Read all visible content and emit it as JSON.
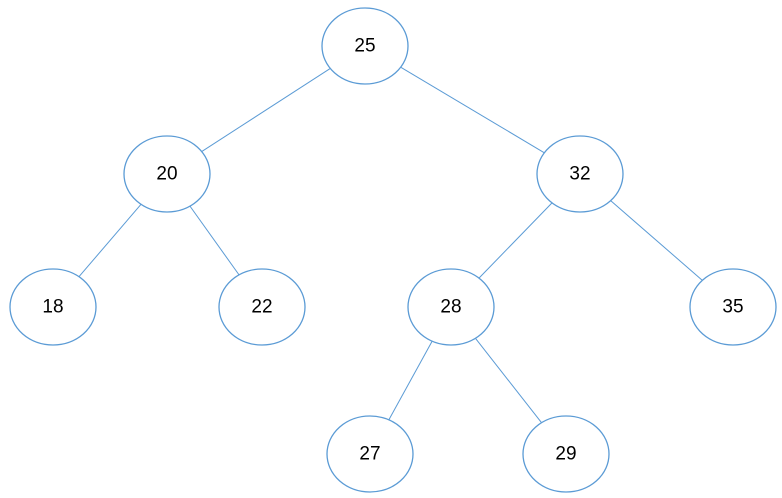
{
  "tree": {
    "colors": {
      "stroke": "#5b9bd5",
      "fill": "#ffffff",
      "text": "#000000"
    },
    "nodes": [
      {
        "id": "n25",
        "label": "25"
      },
      {
        "id": "n20",
        "label": "20"
      },
      {
        "id": "n32",
        "label": "32"
      },
      {
        "id": "n18",
        "label": "18"
      },
      {
        "id": "n22",
        "label": "22"
      },
      {
        "id": "n28",
        "label": "28"
      },
      {
        "id": "n35",
        "label": "35"
      },
      {
        "id": "n27",
        "label": "27"
      },
      {
        "id": "n29",
        "label": "29"
      }
    ],
    "edges": [
      {
        "from": "n25",
        "to": "n20"
      },
      {
        "from": "n25",
        "to": "n32"
      },
      {
        "from": "n20",
        "to": "n18"
      },
      {
        "from": "n20",
        "to": "n22"
      },
      {
        "from": "n32",
        "to": "n28"
      },
      {
        "from": "n32",
        "to": "n35"
      },
      {
        "from": "n28",
        "to": "n27"
      },
      {
        "from": "n28",
        "to": "n29"
      }
    ]
  }
}
